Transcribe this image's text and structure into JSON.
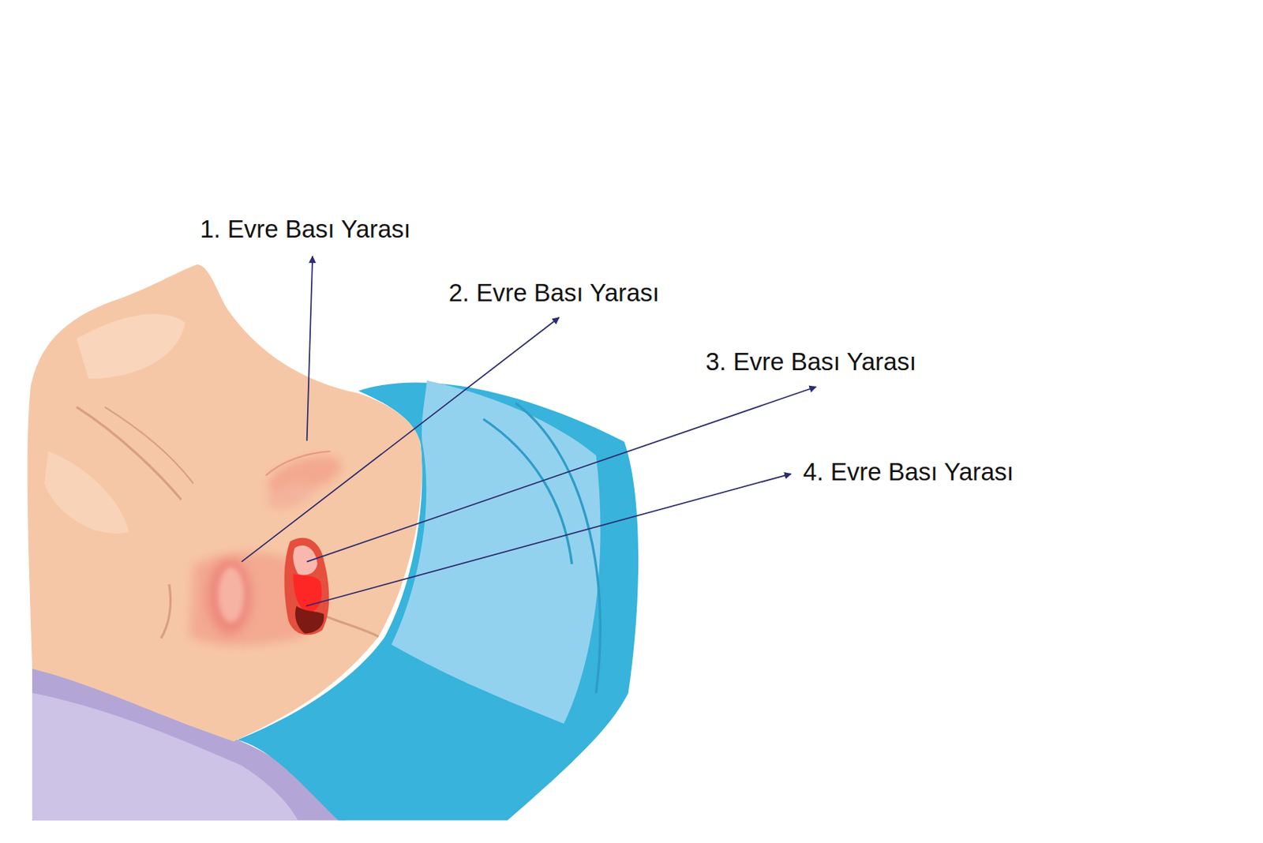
{
  "diagram": {
    "labels": [
      "1. Evre Bası Yarası",
      "2. Evre Bası Yarası",
      "3. Evre Bası Yarası",
      "4. Evre Bası Yarası"
    ]
  }
}
